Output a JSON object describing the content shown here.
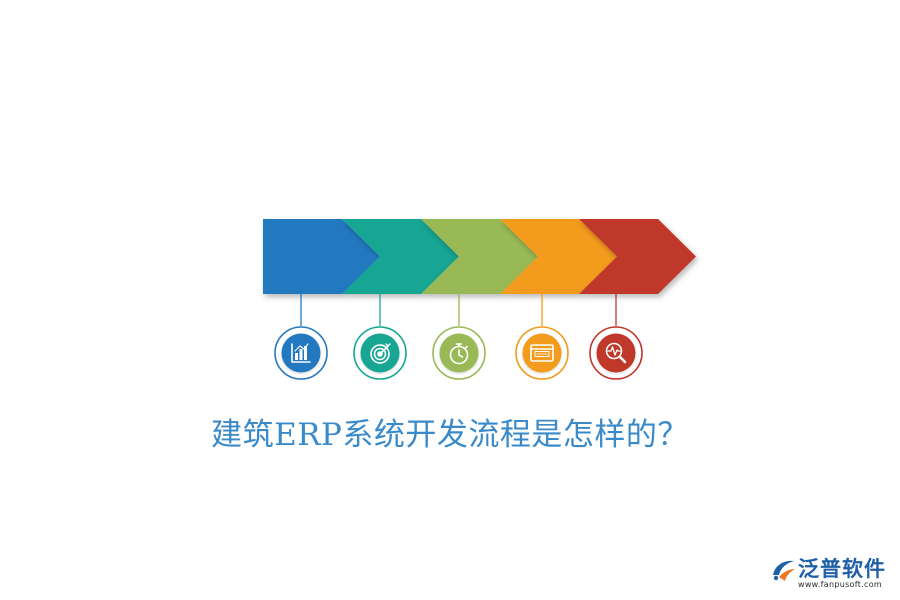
{
  "diagram": {
    "title": "建筑ERP系统开发流程是怎样的？",
    "steps": [
      {
        "color": "#2479c0",
        "icon": "bar-chart-icon"
      },
      {
        "color": "#15a693",
        "icon": "target-icon"
      },
      {
        "color": "#98b954",
        "icon": "stopwatch-icon"
      },
      {
        "color": "#f29b1a",
        "icon": "browser-window-icon"
      },
      {
        "color": "#c0392b",
        "icon": "magnifier-pulse-icon"
      }
    ]
  },
  "logo": {
    "name": "泛普软件",
    "url": "www.fanpusoft.com",
    "color": "#1f5fa8"
  }
}
